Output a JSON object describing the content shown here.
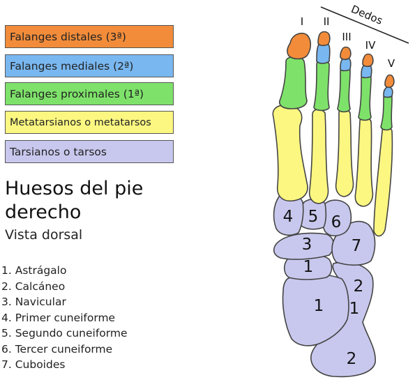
{
  "legend": {
    "distal": {
      "label": "Falanges distales (3ª)",
      "color": "#f28c3a"
    },
    "medial": {
      "label": "Falanges mediales (2ª)",
      "color": "#79b7f0"
    },
    "proximal": {
      "label": "Falanges proximales (1ª)",
      "color": "#7ee26a"
    },
    "metatarsal": {
      "label": "Metatarsianos o metatarsos",
      "color": "#fbf781"
    },
    "tarsal": {
      "label": "Tarsianos o tarsos",
      "color": "#c8c8ee"
    }
  },
  "title": "Huesos del pie derecho",
  "subtitle": "Vista dorsal",
  "bones": [
    "1. Astrágalo",
    "2. Calcáneo",
    "3. Navicular",
    "4. Primer cuneiforme",
    "5. Segundo cuneiforme",
    "6. Tercer cuneiforme",
    "7. Cuboides"
  ],
  "toes_label": "Dedos",
  "toe_numerals": [
    "I",
    "II",
    "III",
    "IV",
    "V"
  ],
  "bone_numbers": {
    "medial_cuneiform": "4",
    "intermediate_cuneiform": "5",
    "lateral_cuneiform": "6",
    "navicular": "3",
    "cuboid": "7",
    "talus_head": "1",
    "talus_body": "1",
    "calcaneus_upper": "2",
    "calcaneus_lower": "2"
  }
}
